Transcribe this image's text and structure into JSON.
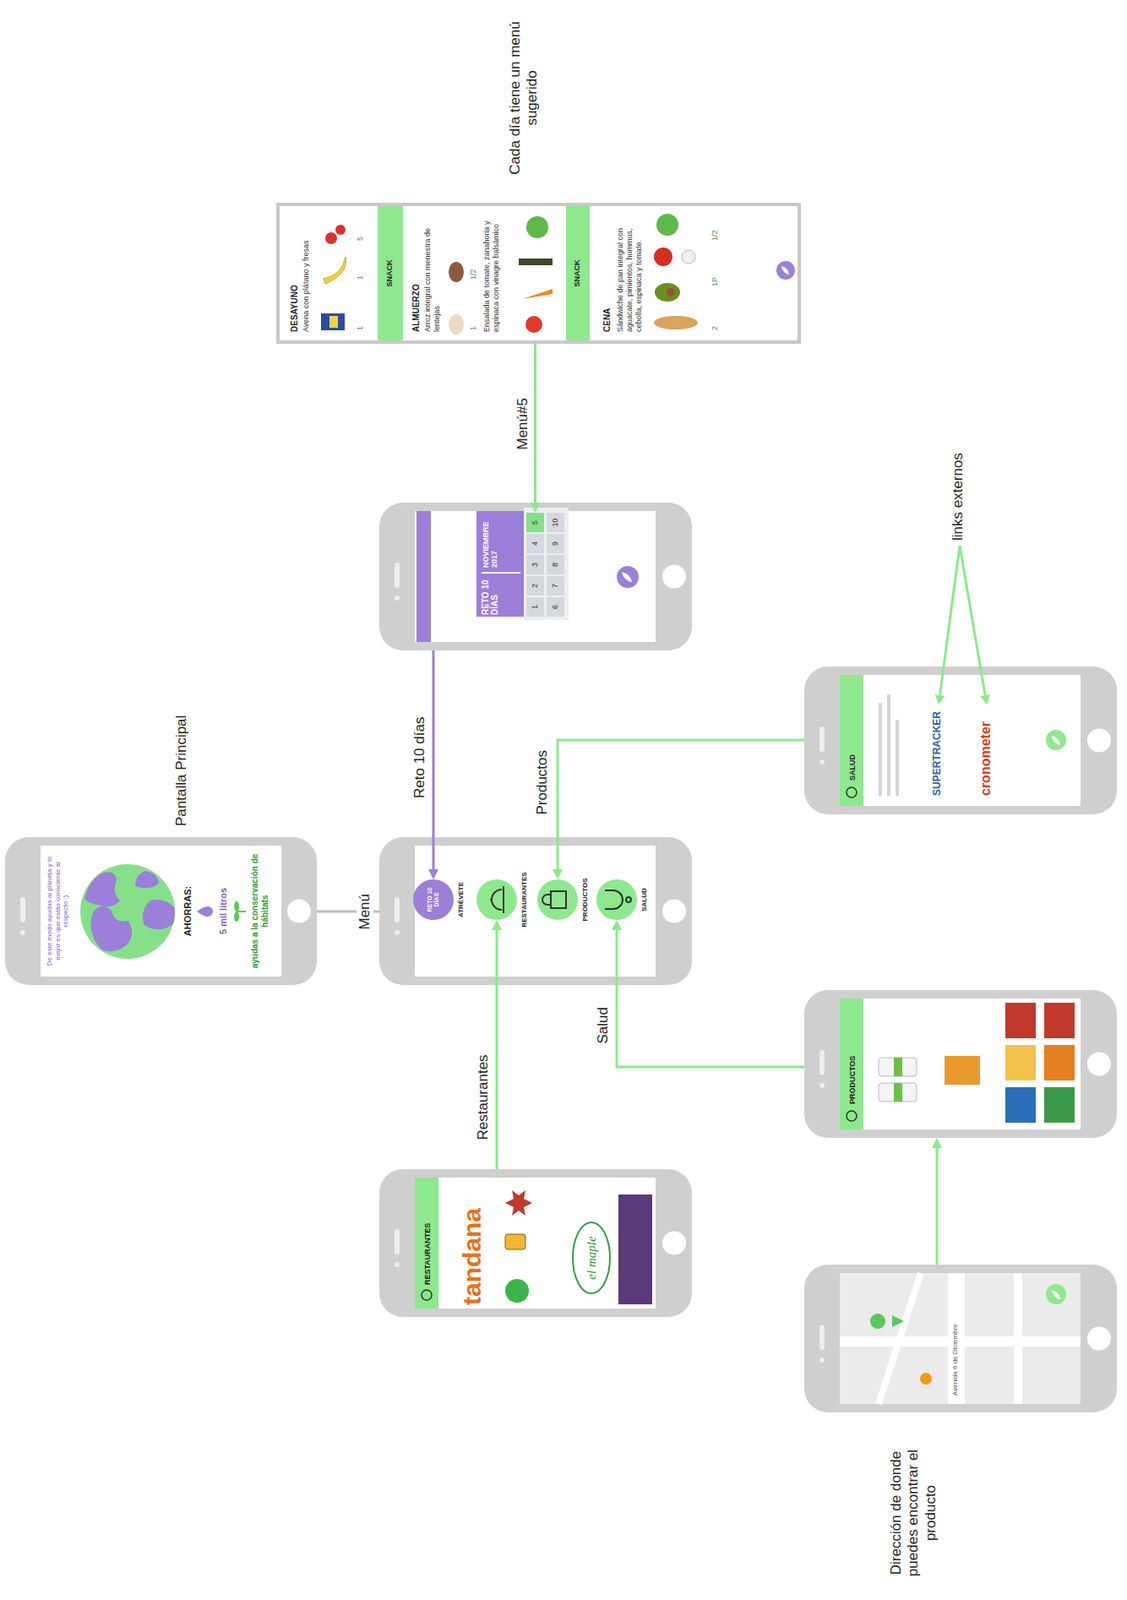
{
  "diagram": {
    "nodes": [
      {
        "text": [
          "Pantalla Principal",
          "De este modo ayudas al planeta y lo mejor es que estás consciente al respecto :)",
          "AHORRAS:",
          "5 mil litros",
          "ayudas a la conservación de hábitats"
        ]
      },
      {
        "text": []
      },
      {
        "text": [
          "RETO 10 DÍAS",
          "ATRÉVETE"
        ],
        "in": 1
      },
      {
        "text": [
          "RESTAURANTES"
        ],
        "in": 1
      },
      {
        "text": [
          "PRODUCTOS"
        ],
        "in": 1
      },
      {
        "text": [
          "SALUD"
        ],
        "in": 1
      },
      {
        "text": [
          "RETO 10 DÍAS",
          "NOVIEMBRE 2017"
        ]
      },
      {
        "text": [
          "1"
        ],
        "in": 6
      },
      {
        "text": [
          "2"
        ],
        "in": 6
      },
      {
        "text": [
          "3"
        ],
        "in": 6
      },
      {
        "text": [
          "4"
        ],
        "in": 6
      },
      {
        "text": [
          "5"
        ],
        "in": 6
      },
      {
        "text": [
          "6"
        ],
        "in": 6
      },
      {
        "text": [
          "7"
        ],
        "in": 6
      },
      {
        "text": [
          "8"
        ],
        "in": 6
      },
      {
        "text": [
          "9"
        ],
        "in": 6
      },
      {
        "text": [
          "10"
        ],
        "in": 6
      },
      {
        "text": [
          "Cada día tiene un menú sugerido",
          "DESAYUNO",
          "Avena con plátano y fresas",
          "1",
          "1",
          "5",
          "ALMUERZO",
          "Arroz integral con menestra de lentejas",
          "1",
          "1/2",
          "Ensalada de tomate, zanahoria y espinaca con vinagre balsámico",
          "CENA",
          "Sándwiche de pan integral con aguacate, pimientos, hummus, cebolla, espinaca y tomate.",
          "2",
          "1P",
          "1/2"
        ]
      },
      {
        "text": [
          "SNACK"
        ],
        "in": 17
      },
      {
        "text": [
          "SNACK"
        ],
        "in": 17
      },
      {
        "text": [
          "SALUD",
          "SUPERTRACKER",
          "cronometer"
        ]
      },
      {
        "text": [
          "PRODUCTOS"
        ]
      },
      {
        "text": [
          "Dirección de donde puedes encontrar el producto",
          "Avenida 6 de Diciembre"
        ]
      },
      {
        "text": [
          "RESTAURANTES",
          "tandana",
          "el maple"
        ]
      }
    ],
    "edges": [
      {
        "from": 0,
        "to": 1,
        "arrow": "none",
        "label": "Menú"
      },
      {
        "from": 6,
        "to": 2,
        "arrow": "to",
        "label": "Reto 10 días"
      },
      {
        "from": 17,
        "to": 11,
        "arrow": "to",
        "label": "Menú#5"
      },
      {
        "from": 20,
        "to": 4,
        "arrow": "to",
        "label": "Productos"
      },
      {
        "from": 21,
        "to": 5,
        "arrow": "to",
        "label": "Salud"
      },
      {
        "from": 23,
        "to": 3,
        "arrow": "to",
        "label": "Restaurantes"
      },
      {
        "from": 22,
        "to": 21,
        "arrow": "to"
      }
    ],
    "labels": [
      "links externos"
    ]
  }
}
